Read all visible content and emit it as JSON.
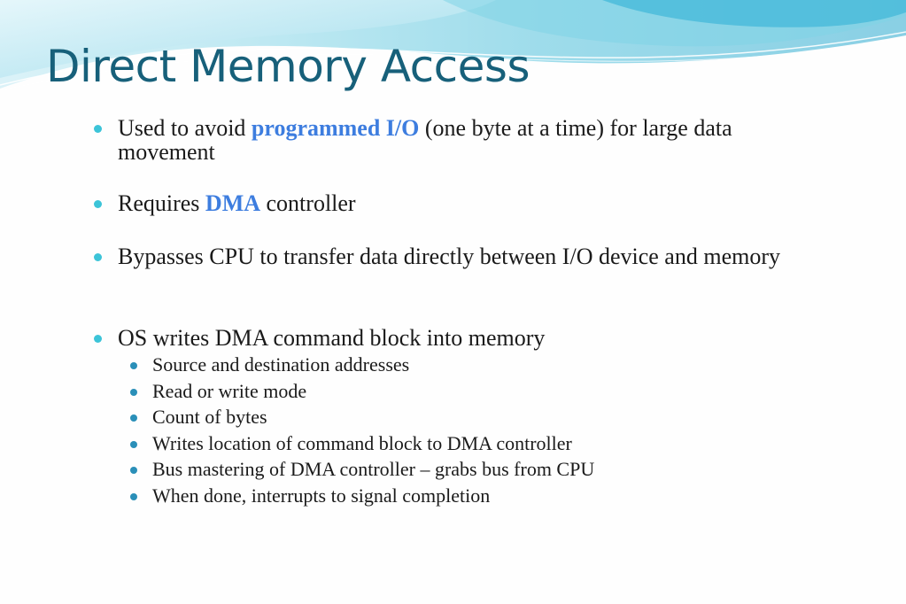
{
  "slide": {
    "title": "Direct Memory Access",
    "bullets": [
      {
        "before": "Used to avoid ",
        "highlight": "programmed I/O",
        "after": " (one byte at a time) for large data movement"
      },
      {
        "before": "Requires ",
        "highlight": "DMA",
        "after": " controller"
      },
      {
        "text": "Bypasses CPU to transfer data directly between I/O device and memory"
      },
      {
        "text": "OS writes DMA command block into memory",
        "subitems": [
          "Source and destination addresses",
          "Read or write mode",
          "Count of bytes",
          "Writes location of command block to DMA controller",
          "Bus mastering of DMA controller – grabs bus from CPU",
          "When done, interrupts to signal completion"
        ]
      }
    ]
  },
  "colors": {
    "title": "#17607a",
    "highlight": "#3d7ddf",
    "bullet": "#3cc4d8",
    "sub_bullet": "#2a8fb8"
  }
}
